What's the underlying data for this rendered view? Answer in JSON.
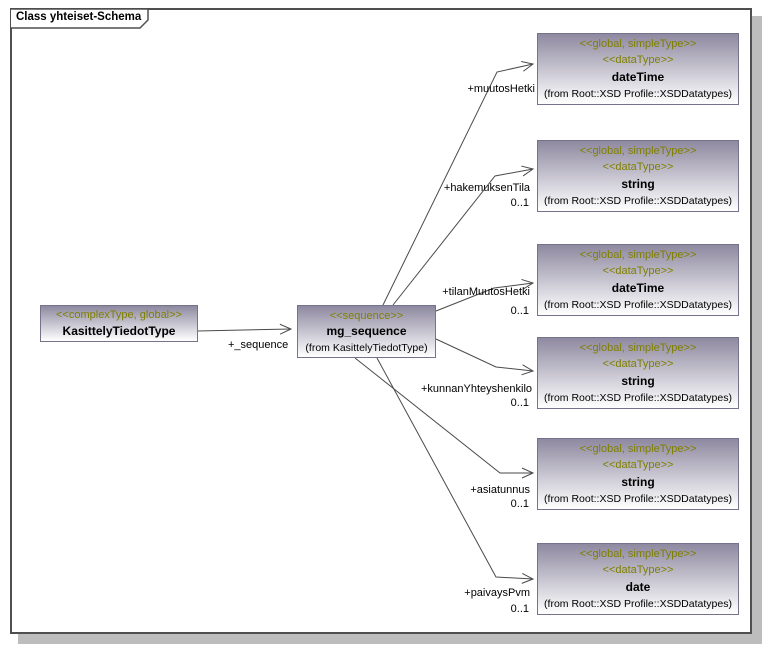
{
  "diagram": {
    "title": "Class yhteiset-Schema"
  },
  "colors": {
    "stereotype-text": "#7f7f00",
    "node-top": "#8e89a0",
    "node-bottom": "#ffffff",
    "node-border": "#73738c",
    "frame-border": "#4f4f4f",
    "shadow": "#bdbdbd",
    "line": "#4a4a4a"
  },
  "nodes": {
    "complex_type": {
      "stereotype": "<<complexType, global>>",
      "name": "KasittelyTiedotType"
    },
    "sequence": {
      "stereotype": "<<sequence>>",
      "name": "mg_sequence",
      "from": "(from KasittelyTiedotType)"
    },
    "datatypes": [
      {
        "stereotype_a": "<<global, simpleType>>",
        "stereotype_b": "<<dataType>>",
        "name": "dateTime",
        "from": "(from Root::XSD Profile::XSDDatatypes)"
      },
      {
        "stereotype_a": "<<global, simpleType>>",
        "stereotype_b": "<<dataType>>",
        "name": "string",
        "from": "(from Root::XSD Profile::XSDDatatypes)"
      },
      {
        "stereotype_a": "<<global, simpleType>>",
        "stereotype_b": "<<dataType>>",
        "name": "dateTime",
        "from": "(from Root::XSD Profile::XSDDatatypes)"
      },
      {
        "stereotype_a": "<<global, simpleType>>",
        "stereotype_b": "<<dataType>>",
        "name": "string",
        "from": "(from Root::XSD Profile::XSDDatatypes)"
      },
      {
        "stereotype_a": "<<global, simpleType>>",
        "stereotype_b": "<<dataType>>",
        "name": "string",
        "from": "(from Root::XSD Profile::XSDDatatypes)"
      },
      {
        "stereotype_a": "<<global, simpleType>>",
        "stereotype_b": "<<dataType>>",
        "name": "date",
        "from": "(from Root::XSD Profile::XSDDatatypes)"
      }
    ]
  },
  "associations": {
    "sequence_role": {
      "label": "+_sequence"
    },
    "roles": [
      {
        "label": "+muutosHetki",
        "cardinality": ""
      },
      {
        "label": "+hakemuksenTila",
        "cardinality": "0..1"
      },
      {
        "label": "+tilanMuutosHetki",
        "cardinality": "0..1"
      },
      {
        "label": "+kunnanYhteyshenkilo",
        "cardinality": "0..1"
      },
      {
        "label": "+asiatunnus",
        "cardinality": "0..1"
      },
      {
        "label": "+paivaysPvm",
        "cardinality": "0..1"
      }
    ]
  }
}
